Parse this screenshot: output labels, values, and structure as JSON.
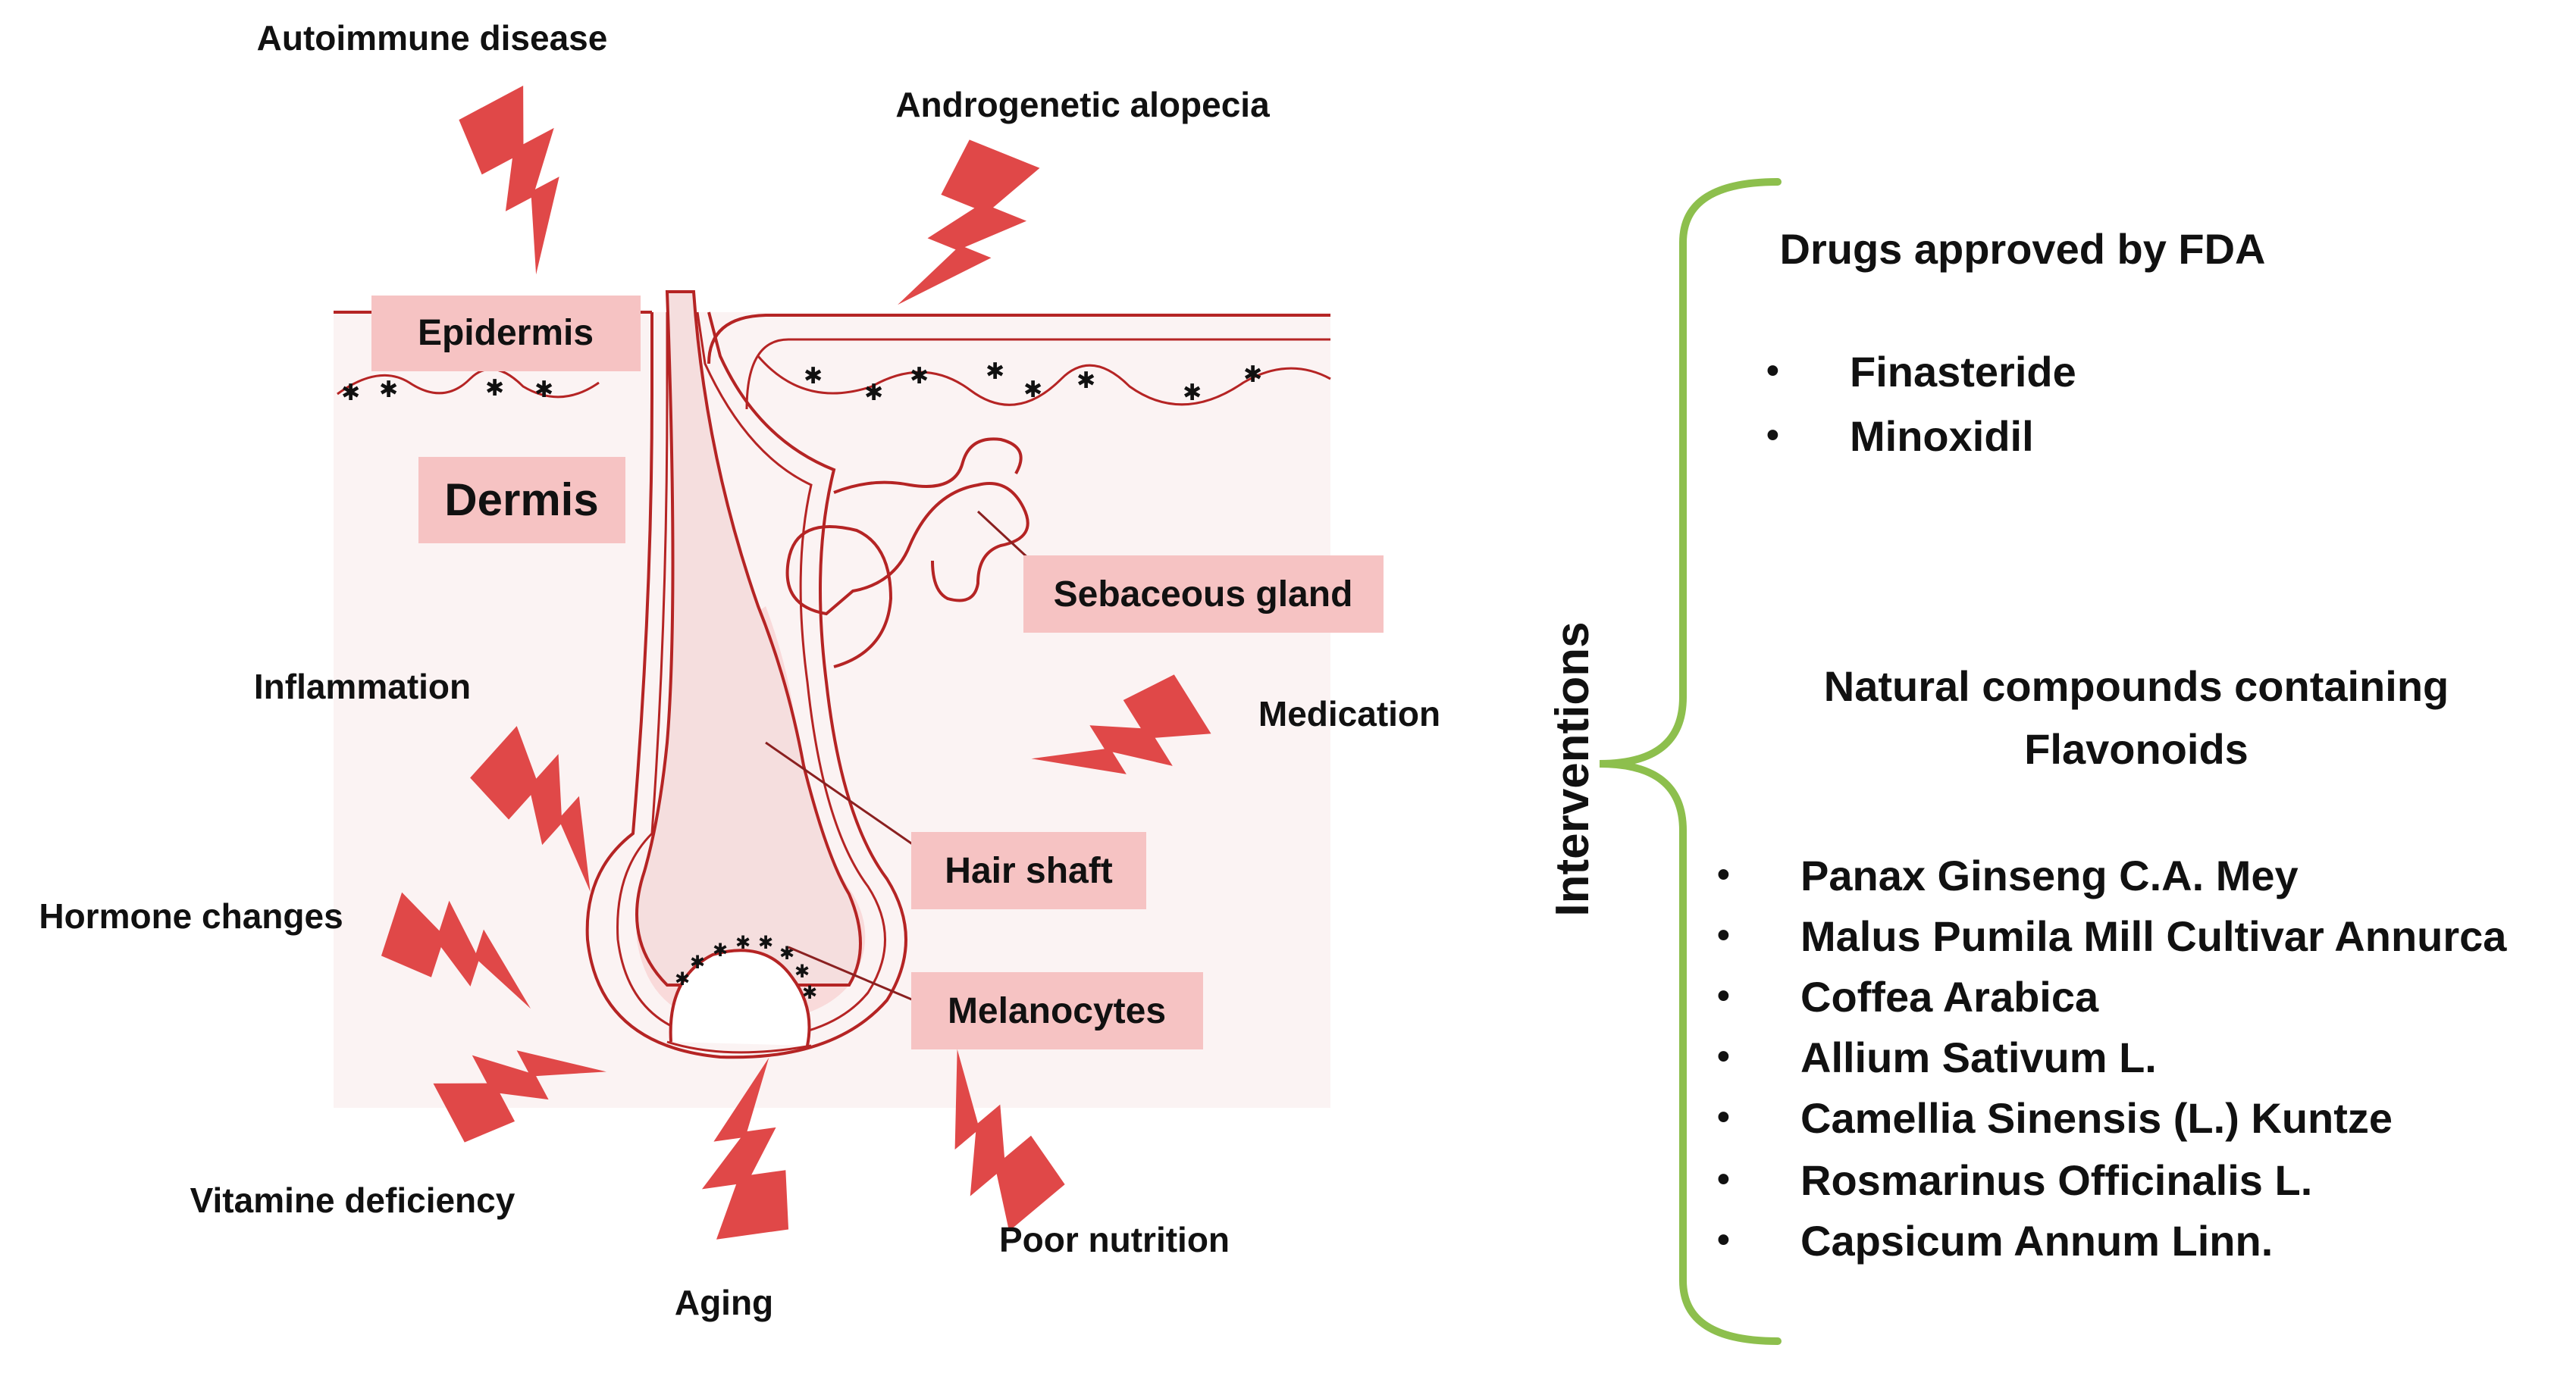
{
  "causes": {
    "autoimmune": "Autoimmune disease",
    "androgenetic": "Androgenetic alopecia",
    "inflammation": "Inflammation",
    "medication": "Medication",
    "hormone": "Hormone changes",
    "vitamine": "Vitamine deficiency",
    "aging": "Aging",
    "nutrition": "Poor nutrition"
  },
  "anatomy": {
    "epidermis": "Epidermis",
    "dermis": "Dermis",
    "sebaceous": "Sebaceous gland",
    "hair_shaft": "Hair shaft",
    "melanocytes": "Melanocytes"
  },
  "interventions": {
    "title": "Interventions",
    "drugs_heading": "Drugs approved by FDA",
    "drugs": [
      "Finasteride",
      "Minoxidil"
    ],
    "natural_heading_line1": "Natural compounds containing",
    "natural_heading_line2": "Flavonoids",
    "natural": [
      "Panax Ginseng C.A. Mey",
      "Malus Pumila Mill Cultivar Annurca",
      "Coffea Arabica",
      "Allium Sativum L.",
      "Camellia Sinensis (L.) Kuntze",
      "Rosmarinus Officinalis L.",
      "Capsicum Annum Linn."
    ],
    "bullet": "•"
  },
  "colors": {
    "bolt": "#e04848",
    "skin_line": "#b52424",
    "label_box": "#f6c3c3",
    "brace": "#8dbf4d",
    "background_panel": "#fbf3f3"
  }
}
